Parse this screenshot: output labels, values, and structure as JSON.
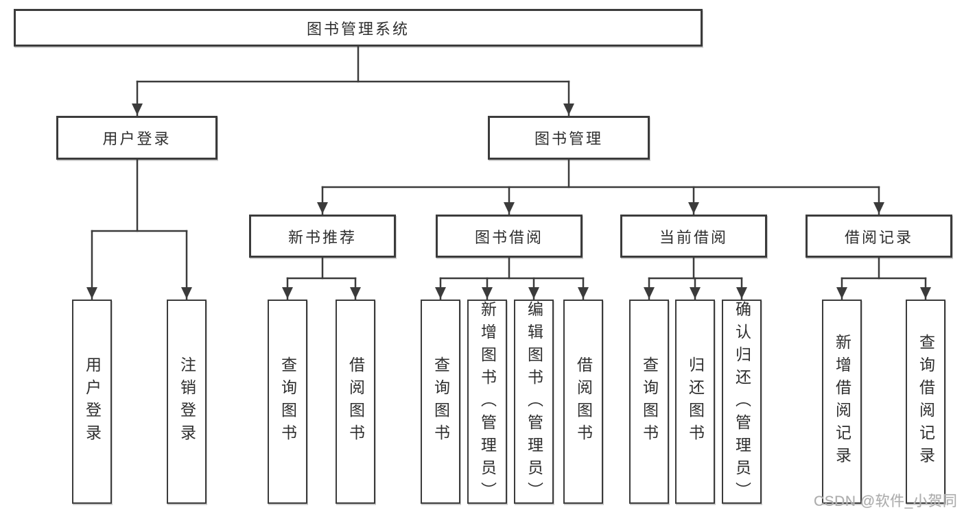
{
  "tree": {
    "root": "图书管理系统",
    "user_login": {
      "label": "用户登录",
      "leaf_login": "用户登录",
      "leaf_logout": "注销登录"
    },
    "book_mgmt": {
      "label": "图书管理",
      "new_book_rec": {
        "label": "新书推荐",
        "leaf_query": "查询图书",
        "leaf_borrow": "借阅图书"
      },
      "book_borrow": {
        "label": "图书借阅",
        "leaf_query": "查询图书",
        "leaf_add": "新增图书（管理员）",
        "leaf_edit": "编辑图书（管理员）",
        "leaf_borrow": "借阅图书"
      },
      "current_borrow": {
        "label": "当前借阅",
        "leaf_query": "查询图书",
        "leaf_return": "归还图书",
        "leaf_confirm": "确认归还（管理员）"
      },
      "borrow_records": {
        "label": "借阅记录",
        "leaf_add": "新增借阅记录",
        "leaf_query": "查询借阅记录"
      }
    }
  },
  "watermark": "CSDN @软件_小贺同学",
  "colors": {
    "line": "#3b3b3b",
    "text": "#2e2e2e",
    "watermark": "#acacac",
    "background": "#ffffff"
  }
}
